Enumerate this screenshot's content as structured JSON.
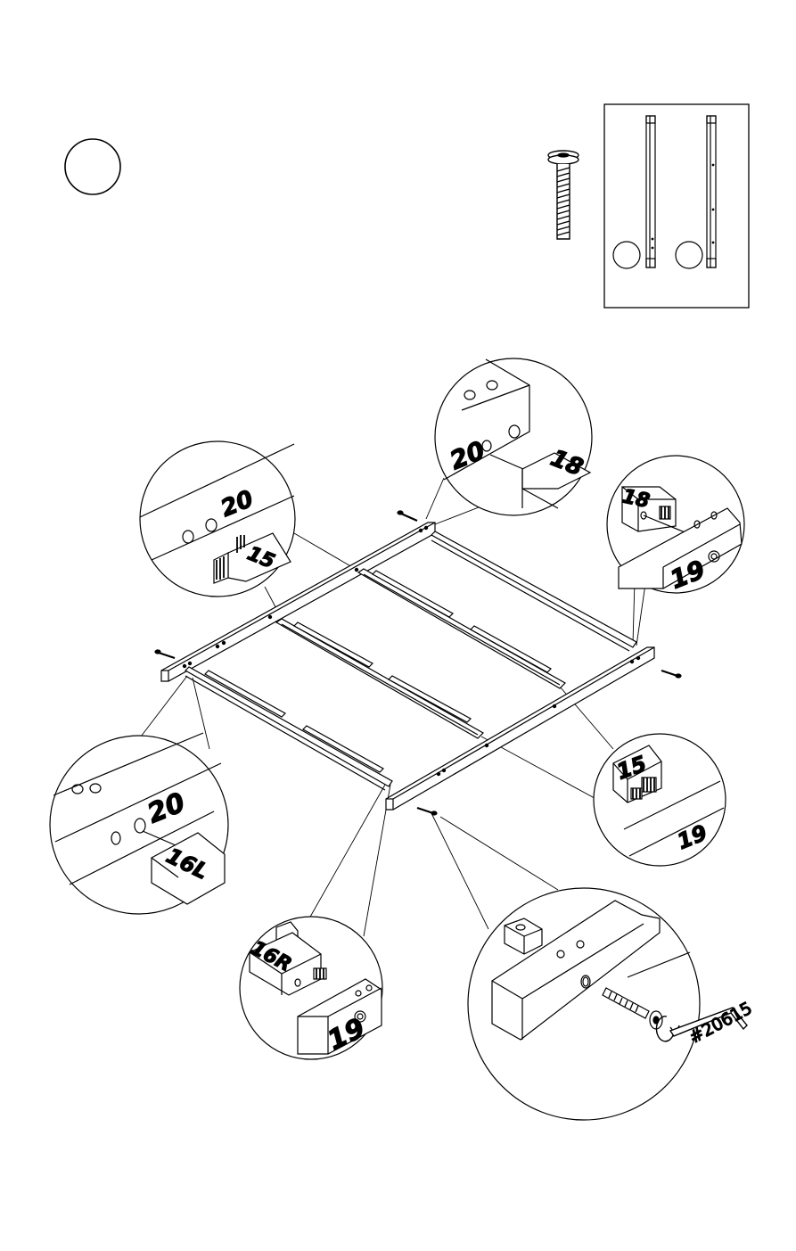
{
  "step_circle": "",
  "parts_box": {
    "circle_a": "",
    "circle_b": ""
  },
  "callouts": {
    "top_left": {
      "a": "20",
      "b": "15"
    },
    "top_center": {
      "a": "20",
      "b": "18"
    },
    "top_right": {
      "a": "18",
      "b": "19"
    },
    "right_mid": {
      "a": "15",
      "b": "19"
    },
    "left_mid": {
      "a": "20",
      "b": "16L"
    },
    "bottom_center": {
      "a": "16R",
      "b": "19"
    },
    "bottom_right": {
      "code": "#20615"
    }
  }
}
